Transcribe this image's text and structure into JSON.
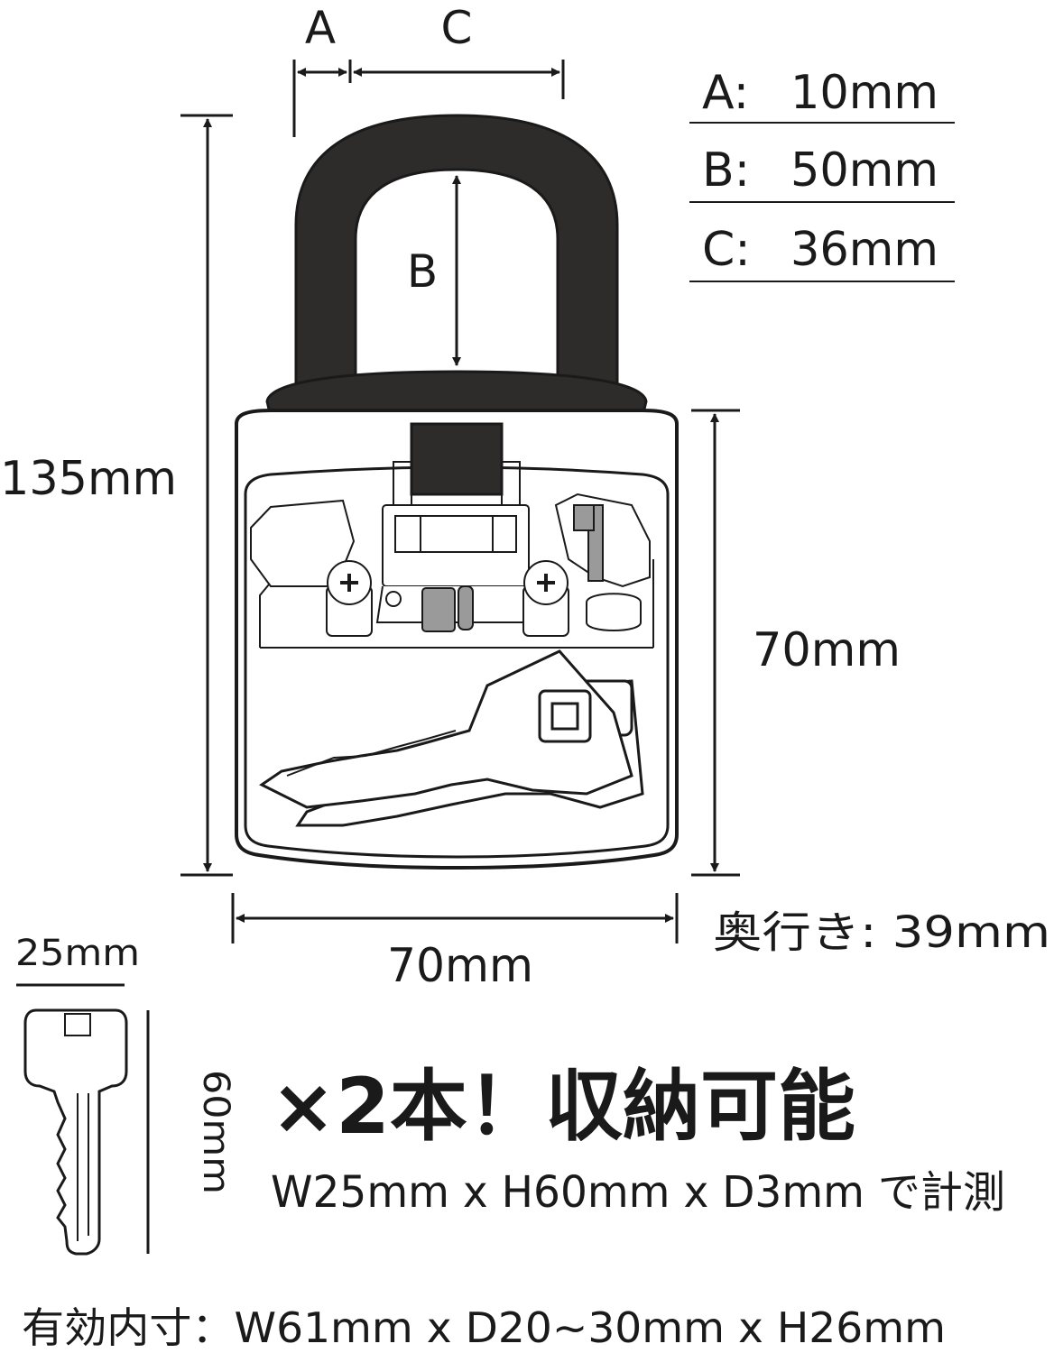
{
  "dim_labels": {
    "a": "A",
    "b": "B",
    "c": "C",
    "height_total": "135mm",
    "height_body": "70mm",
    "width_body": "70mm",
    "depth": "奥行き: 39mm",
    "key_width": "25mm",
    "key_height": "60mm"
  },
  "spec_table": [
    {
      "key": "A:",
      "value": "10mm"
    },
    {
      "key": "B:",
      "value": "50mm"
    },
    {
      "key": "C:",
      "value": "36mm"
    }
  ],
  "capacity": {
    "headline": "×2本！収納可能",
    "measure_note": "W25mm x H60mm x D3mm で計測"
  },
  "inner_size": "有効内寸：W61mm x D20~30mm x H26mm",
  "colors": {
    "ink": "#1a1a1a",
    "shackle": "#2e2b2b",
    "part_gray": "#9a9a9a",
    "outline": "#222222"
  }
}
